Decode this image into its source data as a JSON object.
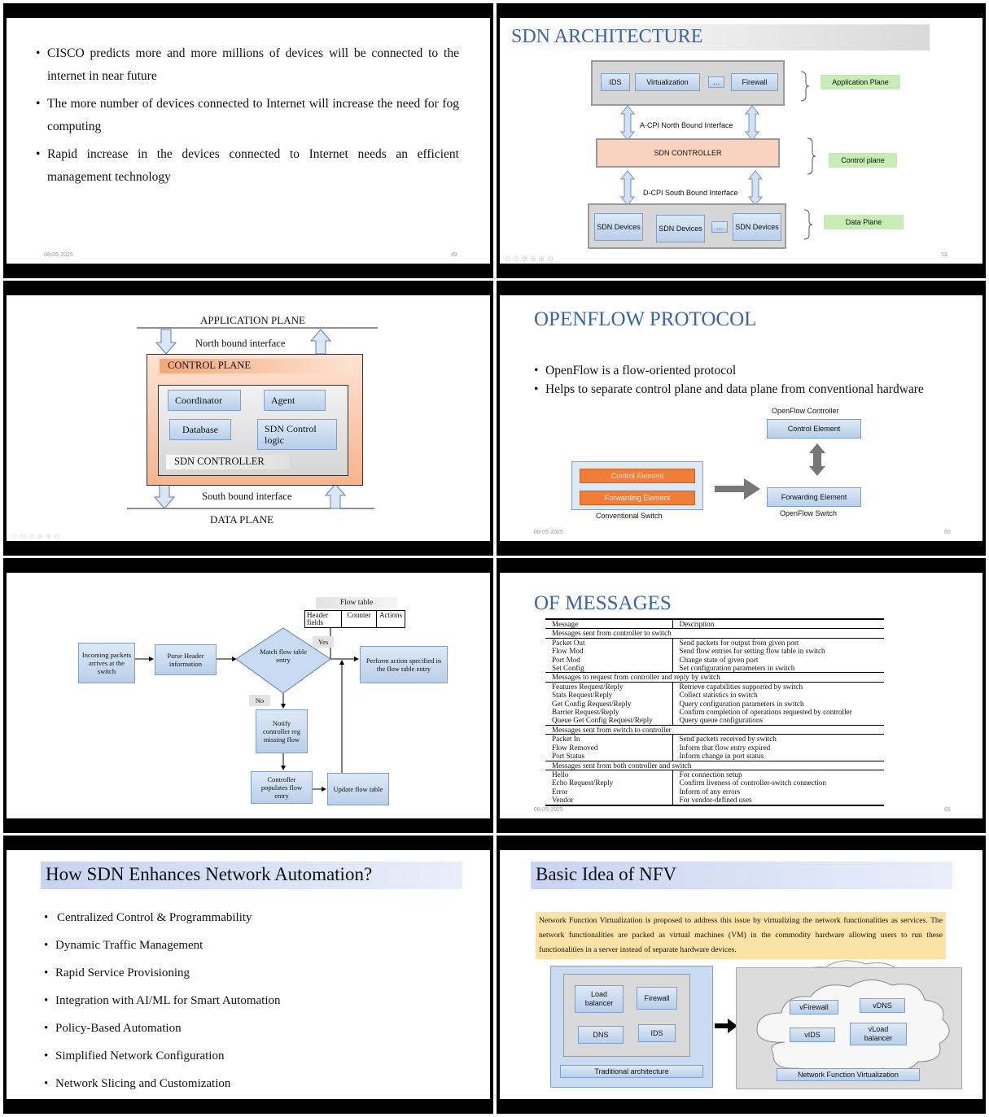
{
  "slide1": {
    "bullets": [
      "CISCO predicts more and more millions of devices will be connected to the internet in near future",
      "The more number of devices connected to Internet will increase the need for fog computing",
      "Rapid increase in the devices connected to Internet needs an efficient management technology"
    ],
    "date": "08-05-2025",
    "page": "49"
  },
  "slide2": {
    "title": "SDN ARCHITECTURE",
    "app_boxes": [
      "IDS",
      "Virtualization",
      "…",
      "Firewall"
    ],
    "north_label": "A-CPI North Bound Interface",
    "controller": "SDN CONTROLLER",
    "south_label": "D-CPI South Bound Interface",
    "devices": [
      "SDN Devices",
      "SDN Devices",
      "…",
      "SDN Devices"
    ],
    "planes": [
      "Application Plane",
      "Control plane",
      "Data Plane"
    ],
    "page": "53"
  },
  "slide3": {
    "app_plane": "APPLICATION PLANE",
    "north": "North bound interface",
    "control_plane": "CONTROL PLANE",
    "coordinator": "Coordinator",
    "agent": "Agent",
    "database": "Database",
    "sdn_logic": "SDN Control logic",
    "sdn_controller": "SDN CONTROLLER",
    "south": "South bound interface",
    "data_plane": "DATA PLANE"
  },
  "slide4": {
    "title": "OPENFLOW PROTOCOL",
    "bullets": [
      "OpenFlow is a flow-oriented protocol",
      "Helps to separate control plane and data plane from conventional hardware"
    ],
    "conv_control": "Control Element",
    "conv_forward": "Forwarding Element",
    "conv_label": "Conventional Switch",
    "of_controller": "OpenFlow Controller",
    "control_element": "Control Element",
    "forwarding_element": "Forwarding Element",
    "of_switch": "OpenFlow Switch",
    "date": "08-05-2025",
    "page": "60"
  },
  "slide5": {
    "flow_table": "Flow table",
    "header_fields": "Header fields",
    "counter": "Counter",
    "actions": "Actions",
    "incoming": "Incoming packets arrives at the switch",
    "parse": "Parse Header information",
    "match": "Match flow table entry",
    "yes": "Yes",
    "no": "No",
    "perform": "Perform action specified in the flow table entry",
    "notify": "Notify controller reg missing flow",
    "populate": "Controller populates flow entry",
    "update": "Update flow table"
  },
  "slide6": {
    "title": "OF MESSAGES",
    "col_message": "Message",
    "col_description": "Description",
    "sections": [
      {
        "title": "Messages sent from controller to switch",
        "rows": [
          [
            "Packet Out",
            "Send packets for output from given port"
          ],
          [
            "Flow Mod",
            "Send flow entries for setting flow table in switch"
          ],
          [
            "Port Mod",
            "Change state of given port"
          ],
          [
            "Set Config",
            "Set configuration parameters in switch"
          ]
        ]
      },
      {
        "title": "Messages to request from controller and reply by switch",
        "rows": [
          [
            "Features Request/Reply",
            "Retrieve capabilities supported by switch"
          ],
          [
            "Stats Request/Reply",
            "Collect statistics in switch"
          ],
          [
            "Get Config Request/Reply",
            "Query configuration parameters in switch"
          ],
          [
            "Barrier Request/Reply",
            "Confirm completion of operations requested by controller"
          ],
          [
            "Queue Get Config Request/Reply",
            "Query queue configurations"
          ]
        ]
      },
      {
        "title": "Messages sent from switch to controller",
        "rows": [
          [
            "Packet In",
            "Send packets received by switch"
          ],
          [
            "Flow Removed",
            "Inform that flow entry expired"
          ],
          [
            "Port Status",
            "Inform change in port status"
          ]
        ]
      },
      {
        "title": "Messages sent from both controller and switch",
        "rows": [
          [
            "Hello",
            "For connection setup"
          ],
          [
            "Echo Request/Reply",
            "Confirm liveness of controller-switch connection"
          ],
          [
            "Error",
            "Inform of any errors"
          ],
          [
            "Vendor",
            "For vendor-defined uses"
          ]
        ]
      }
    ],
    "date": "08-05-2025",
    "page": "65"
  },
  "slide7": {
    "title": "How SDN Enhances Network Automation?",
    "bullets": [
      "Centralized Control & Programmability",
      "Dynamic Traffic Management",
      "Rapid Service Provisioning",
      "Integration with AI/ML for Smart Automation",
      "Policy-Based Automation",
      "Simplified Network Configuration",
      "Network Slicing and Customization"
    ]
  },
  "slide8": {
    "title": "Basic Idea of NFV",
    "text": "Network Function Virtualization is proposed to address this issue by virtualizing the network functionalities as services. The network functionalities are packed as virtual machines (VM) in the commodity hardware allowing users to run these functionalities in a server instead of separate hardware devices.",
    "trad_boxes": [
      "Load balancer",
      "Firewall",
      "DNS",
      "IDS"
    ],
    "trad_label": "Traditional architecture",
    "nfv_boxes": [
      "vFirewall",
      "vDNS",
      "vIDS",
      "vLoad balancer"
    ],
    "nfv_label": "Network Function Virtualization"
  },
  "colors": {
    "title_blue": "#3a64a8",
    "orange": "#f29a5f",
    "green_label": "#c8ecb5",
    "box_blue": "#c9dbf0"
  }
}
